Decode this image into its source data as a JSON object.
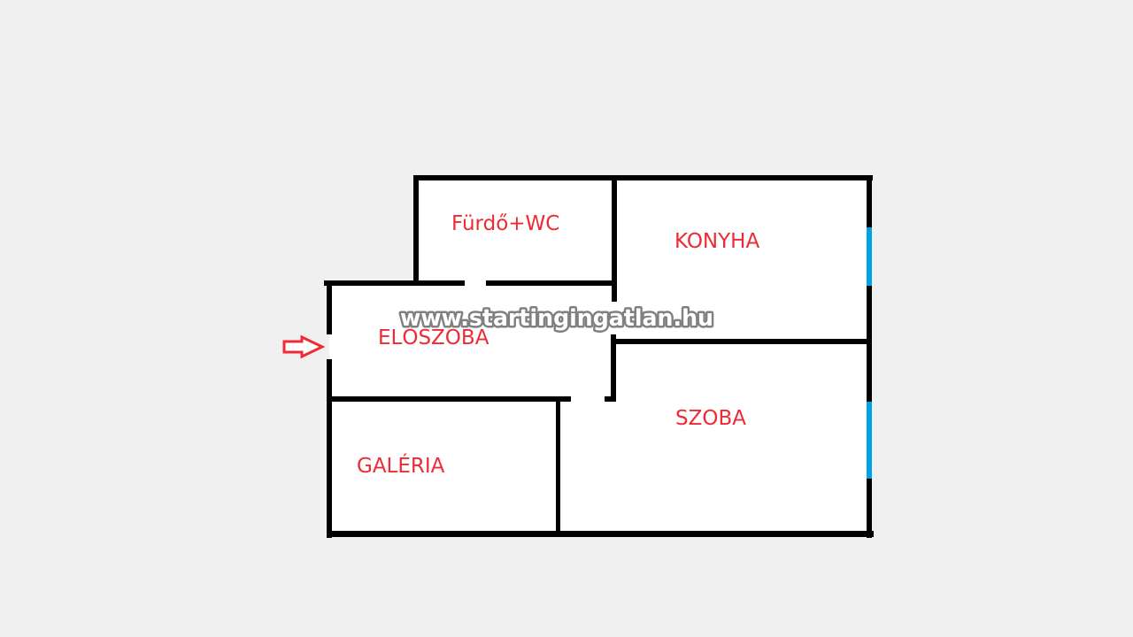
{
  "rooms": {
    "bathroom": "Fürdő+WC",
    "kitchen": "KONYHA",
    "hallway": "ELŐSZOBA",
    "room": "SZOBA",
    "gallery": "GALÉRIA"
  },
  "watermark": "www.startingingatlan.hu",
  "icons": {
    "entrance": "arrow-right-icon"
  },
  "colors": {
    "wall": "#000000",
    "window": "#00a2e8",
    "label": "#ee2a35",
    "background": "#f0f0f0"
  }
}
